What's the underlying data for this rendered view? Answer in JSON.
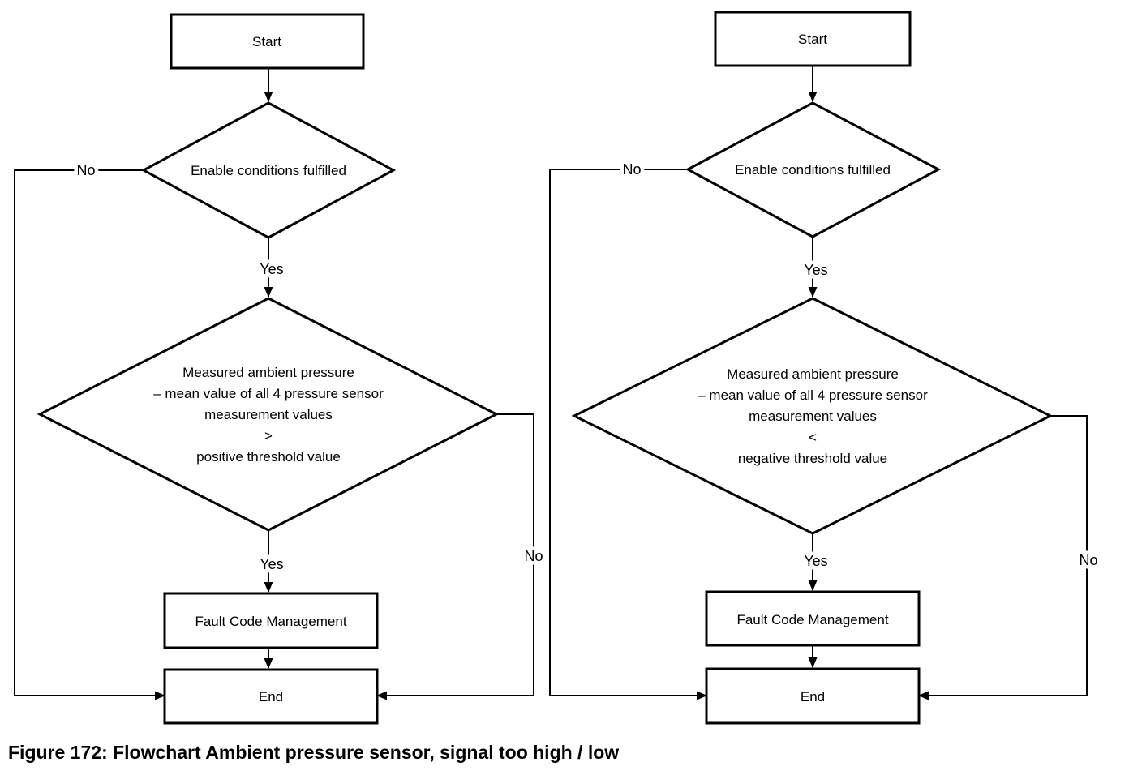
{
  "page": {
    "background_color": "#ffffff",
    "line_color": "#000000"
  },
  "caption": "Figure 172: Flowchart Ambient pressure sensor, signal too high / low",
  "edge_labels": {
    "yes": "Yes",
    "no": "No"
  },
  "flowcharts": {
    "left": {
      "start_label": "Start",
      "decision1_label": "Enable conditions fulfilled",
      "decision2_lines": [
        "Measured ambient pressure",
        "– mean value of all 4 pressure sensor",
        "measurement values",
        ">",
        "positive threshold value"
      ],
      "process_label": "Fault Code Management",
      "end_label": "End"
    },
    "right": {
      "start_label": "Start",
      "decision1_label": "Enable conditions fulfilled",
      "decision2_lines": [
        "Measured ambient pressure",
        "– mean value of all 4 pressure sensor",
        "measurement values",
        "<",
        "negative threshold value"
      ],
      "process_label": "Fault Code Management",
      "end_label": "End"
    }
  }
}
